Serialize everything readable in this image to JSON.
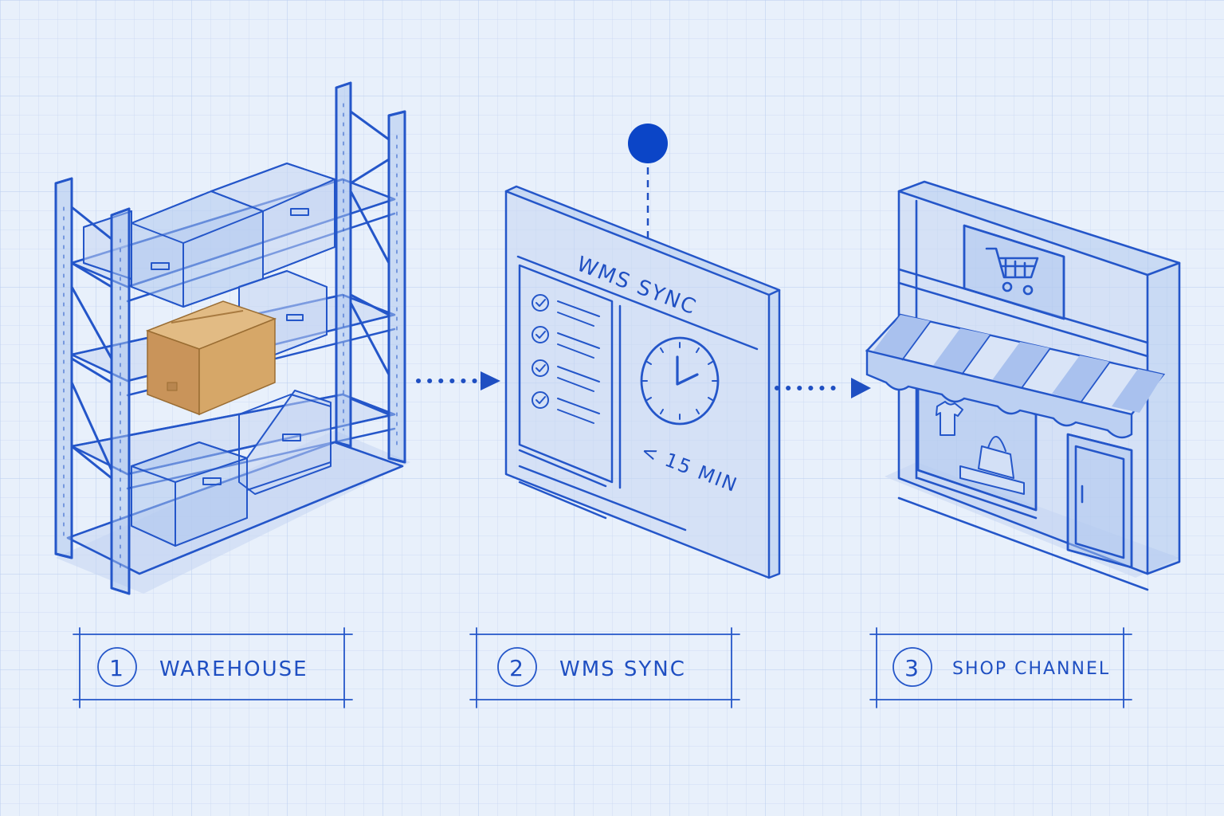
{
  "steps": [
    {
      "number": "1",
      "label": "WAREHOUSE"
    },
    {
      "number": "2",
      "label": "WMS SYNC"
    },
    {
      "number": "3",
      "label": "SHOP CHANNEL"
    }
  ],
  "panel": {
    "title": "WMS SYNC",
    "timer_text": "< 15 MIN"
  },
  "colors": {
    "ink": "#2456c9",
    "background": "#e8f0fb",
    "parcel": "#d6a768",
    "marker": "#0b45c7"
  },
  "icons": [
    "warehouse-rack",
    "parcel-box",
    "checklist-icon",
    "clock-icon",
    "storefront",
    "shopping-cart-icon",
    "t-shirt-icon",
    "handbag-icon",
    "marker-dot"
  ]
}
